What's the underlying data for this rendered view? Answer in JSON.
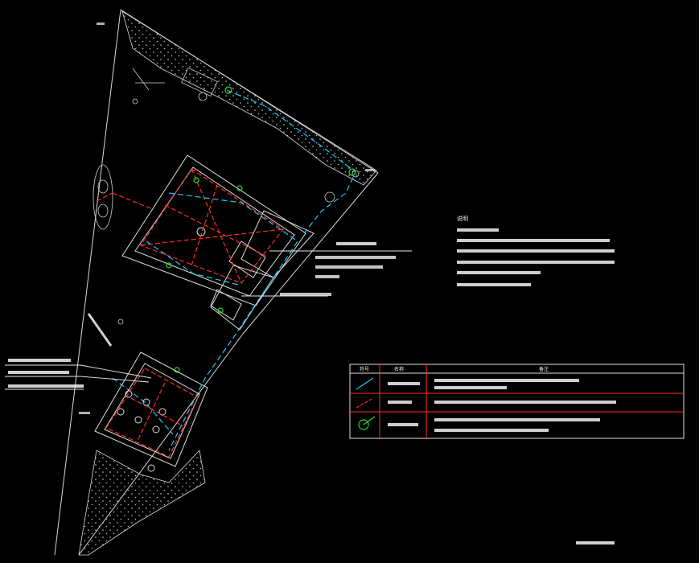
{
  "notes": {
    "title": "说明"
  },
  "legend": {
    "columns": [
      "符号",
      "名称",
      "备注"
    ],
    "rows": [
      {
        "name": "",
        "remark": ""
      },
      {
        "name": "",
        "remark": ""
      },
      {
        "name": "",
        "remark": ""
      }
    ]
  },
  "colors": {
    "background": "#000000",
    "lines": "#e8e8e8",
    "conductor": "#ff2b2b",
    "downlead": "#19c8ff",
    "grounding": "#22dd22"
  }
}
